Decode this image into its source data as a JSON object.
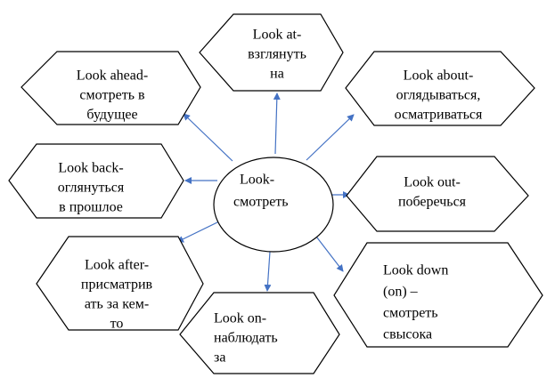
{
  "colors": {
    "arrow": "#4472c4",
    "outline": "#000000",
    "background": "#ffffff"
  },
  "center": {
    "lines": [
      "Look-",
      "смотреть"
    ]
  },
  "nodes": [
    {
      "id": "look-at",
      "lines": [
        "Look at-",
        "взглянуть",
        "на"
      ]
    },
    {
      "id": "look-ahead",
      "lines": [
        "Look ahead-",
        "смотреть в",
        "будущее"
      ]
    },
    {
      "id": "look-about",
      "lines": [
        "Look about-",
        "оглядываться,",
        "осматриваться"
      ]
    },
    {
      "id": "look-back",
      "lines": [
        "Look back-",
        "оглянуться",
        "в прошлое"
      ]
    },
    {
      "id": "look-out",
      "lines": [
        "Look out-",
        "поберечься"
      ]
    },
    {
      "id": "look-after",
      "lines": [
        "Look after-",
        "присматрив",
        "ать за кем-",
        "то"
      ]
    },
    {
      "id": "look-down",
      "lines": [
        "Look down",
        "(on) –",
        "смотреть",
        "свысока"
      ]
    },
    {
      "id": "look-on",
      "lines": [
        "Look on-",
        "наблюдать",
        "за"
      ]
    }
  ]
}
